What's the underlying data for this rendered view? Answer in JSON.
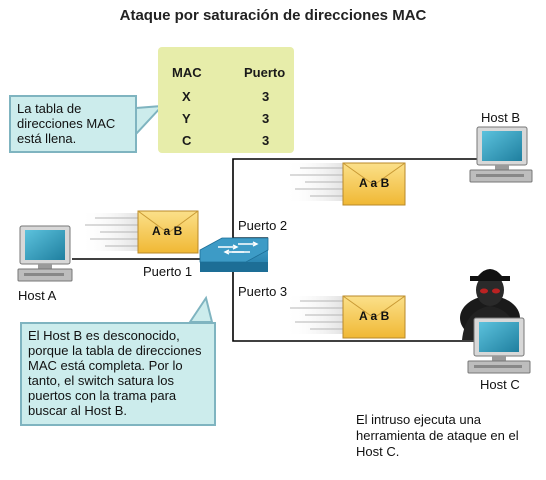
{
  "title": "Ataque por saturación de direcciones MAC",
  "mac_table": {
    "headers": [
      "MAC",
      "Puerto"
    ],
    "rows": [
      [
        "X",
        "3"
      ],
      [
        "Y",
        "3"
      ],
      [
        "C",
        "3"
      ]
    ]
  },
  "callouts": {
    "table_full": [
      "La tabla de",
      "direcciones MAC",
      "está llena."
    ],
    "host_b_unknown": [
      "El Host B es desconocido,",
      "porque la tabla de direcciones",
      "MAC está completa. Por lo",
      "tanto, el switch satura los",
      "puertos con la trama para",
      "buscar al Host B."
    ]
  },
  "hosts": {
    "a": "Host A",
    "b": "Host B",
    "c": "Host C"
  },
  "ports": {
    "p1": "Puerto 1",
    "p2": "Puerto 2",
    "p3": "Puerto 3"
  },
  "frame_label": "A a B",
  "intruder_note": [
    "El intruso ejecuta una",
    "herramienta de ataque en el",
    "Host C."
  ],
  "colors": {
    "callout_bg": "#ccecec",
    "callout_border": "#7fb4c0",
    "table_bg": "#e7edaa",
    "envelope": "#f5c74a",
    "switch": "#2e8ab5",
    "screen": "#2a8fb0"
  }
}
